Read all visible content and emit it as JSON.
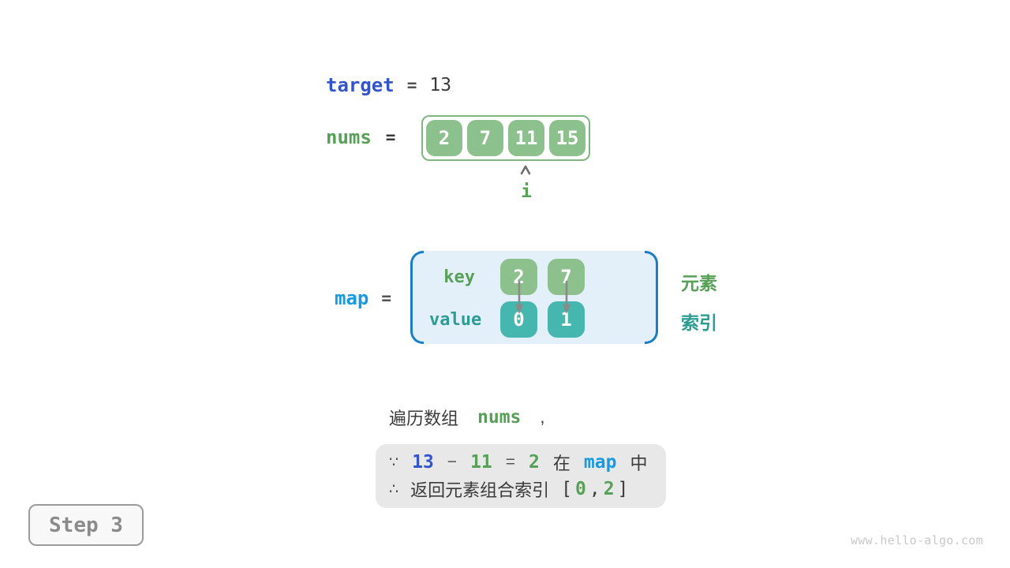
{
  "colors": {
    "array_green": "#8cc08c",
    "array_border_green": "#7eb77e",
    "value_teal": "#46b7af",
    "label_green": "#57a057",
    "label_teal": "#2d9c94",
    "royal_blue": "#3355cb",
    "sky_blue": "#189ae1",
    "map_bracket_blue": "#1a7ec4",
    "map_background": "#e3f0fa",
    "note_background": "#e8e8e8",
    "dark_text": "#3a3a3a"
  },
  "target_line": {
    "label": "target",
    "equals": "=",
    "value": "13"
  },
  "nums_line": {
    "label": "nums",
    "equals": "="
  },
  "nums_array": {
    "values": [
      "2",
      "7",
      "11",
      "15"
    ],
    "pointer_label": "i",
    "pointer_index": 2
  },
  "map_line": {
    "label": "map",
    "equals": "="
  },
  "map": {
    "key_label": "key",
    "value_label": "value",
    "entries": [
      {
        "key": "2",
        "value": "0"
      },
      {
        "key": "7",
        "value": "1"
      }
    ],
    "element_label": "元素",
    "index_label": "索引"
  },
  "caption": {
    "prefix": "遍历数组",
    "code": "nums",
    "comma": ","
  },
  "note_box": {
    "because": "∵",
    "therefore": "∴",
    "line1": {
      "minuend": "13",
      "minus": "−",
      "subtrahend": "11",
      "equals": "=",
      "difference": "2",
      "in_word": "在",
      "map_ref": "map",
      "suffix_word": "中"
    },
    "line2": {
      "text": "返回元素组合索引",
      "bracket_open": "[",
      "index_a": "0",
      "comma": ",",
      "index_b": "2",
      "bracket_close": "]"
    }
  },
  "step_badge": {
    "label": "Step 3"
  },
  "watermark": "www.hello-algo.com"
}
